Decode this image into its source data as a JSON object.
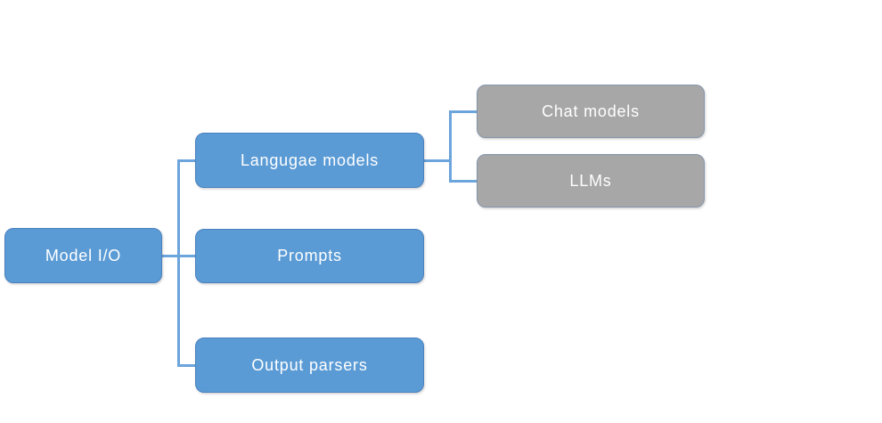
{
  "diagram": {
    "colors": {
      "branch_fill": "#5B9BD5",
      "branch_border": "#4A81BE",
      "leaf_fill": "#A7A7A7",
      "leaf_border": "#8494AB",
      "connector": "#6CA4DC",
      "label_text": "#FFFFFF",
      "background": "#FFFFFF"
    },
    "nodes": {
      "model_io": {
        "label": "Model I/O",
        "fill": "#5B9BD5"
      },
      "language_models": {
        "label": "Langugae models",
        "fill": "#5B9BD5"
      },
      "prompts": {
        "label": "Prompts",
        "fill": "#5B9BD5"
      },
      "output_parsers": {
        "label": "Output parsers",
        "fill": "#5B9BD5"
      },
      "chat_models": {
        "label": "Chat models",
        "fill": "#A7A7A7"
      },
      "llms": {
        "label": "LLMs",
        "fill": "#A7A7A7"
      }
    },
    "edges": [
      {
        "from": "Model I/O",
        "to": "Langugae models"
      },
      {
        "from": "Model I/O",
        "to": "Prompts"
      },
      {
        "from": "Model I/O",
        "to": "Output parsers"
      },
      {
        "from": "Langugae models",
        "to": "Chat models"
      },
      {
        "from": "Langugae models",
        "to": "LLMs"
      }
    ]
  }
}
